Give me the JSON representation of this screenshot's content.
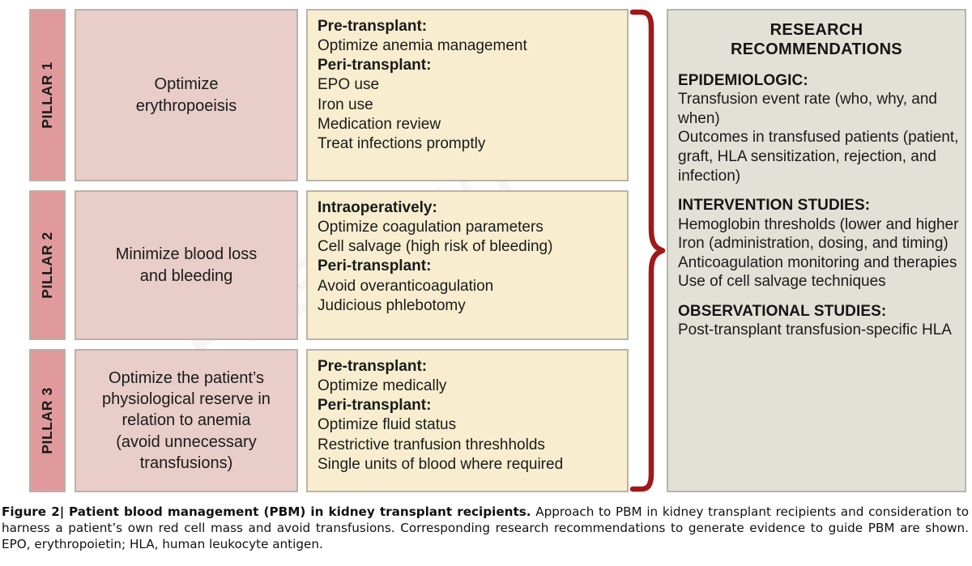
{
  "watermark": {
    "text": "PREPRINT"
  },
  "diagram": {
    "pillars": [
      {
        "tab_label": "PILLAR 1",
        "goal": "Optimize\nerythropoeisis",
        "sections": [
          {
            "head": "Pre-transplant:",
            "items": [
              "Optimize anemia management"
            ]
          },
          {
            "head": "Peri-transplant:",
            "items": [
              "EPO use",
              "Iron use",
              "Medication review",
              "Treat infections promptly"
            ]
          }
        ]
      },
      {
        "tab_label": "PILLAR 2",
        "goal": "Minimize blood loss\nand bleeding",
        "sections": [
          {
            "head": "Intraoperatively:",
            "items": [
              "Optimize coagulation parameters",
              "Cell salvage (high risk of bleeding)"
            ]
          },
          {
            "head": "Peri-transplant:",
            "items": [
              "Avoid overanticoagulation",
              "Judicious phlebotomy"
            ]
          }
        ]
      },
      {
        "tab_label": "PILLAR 3",
        "goal": "Optimize the patient’s\nphysiological reserve in\nrelation to anemia\n(avoid unnecessary\ntransfusions)",
        "sections": [
          {
            "head": "Pre-transplant:",
            "items": [
              "Optimize medically"
            ]
          },
          {
            "head": "Peri-transplant:",
            "items": [
              "Optimize fluid status",
              "Restrictive tranfusion threshholds",
              "Single units of blood where required"
            ]
          }
        ]
      }
    ]
  },
  "research": {
    "title": "RESEARCH\nRECOMMENDATIONS",
    "sections": [
      {
        "head": "EPIDEMIOLOGIC:",
        "items": [
          "Transfusion event rate (who, why, and when)",
          "Outcomes in transfused patients (patient, graft, HLA sensitization, rejection, and infection)"
        ]
      },
      {
        "head": "INTERVENTION STUDIES:",
        "items": [
          "Hemoglobin thresholds (lower and higher",
          "Iron (administration, dosing, and timing)",
          "Anticoagulation monitoring and therapies",
          "Use of cell salvage techniques"
        ]
      },
      {
        "head": "OBSERVATIONAL STUDIES:",
        "items": [
          "Post-transplant transfusion-specific HLA"
        ]
      }
    ]
  },
  "caption": {
    "label": "Figure 2",
    "separator": "|",
    "title": "Patient blood management (PBM) in kidney transplant recipients.",
    "body": "Approach to PBM in kidney transplant recipients and consideration to harness a patient’s own red cell mass and avoid transfusions. Corresponding research recommendations to generate evidence to guide PBM are shown. EPO, erythropoietin; HLA, human leukocyte antigen."
  },
  "colors": {
    "pillar_tab": "#e09a9c",
    "pillar_goal": "#e8cdc9",
    "pillar_actions": "#f8eecf",
    "research_panel": "#e2e1d7",
    "brace": "#9e1a1a",
    "box_border": "#bdb2a8"
  }
}
